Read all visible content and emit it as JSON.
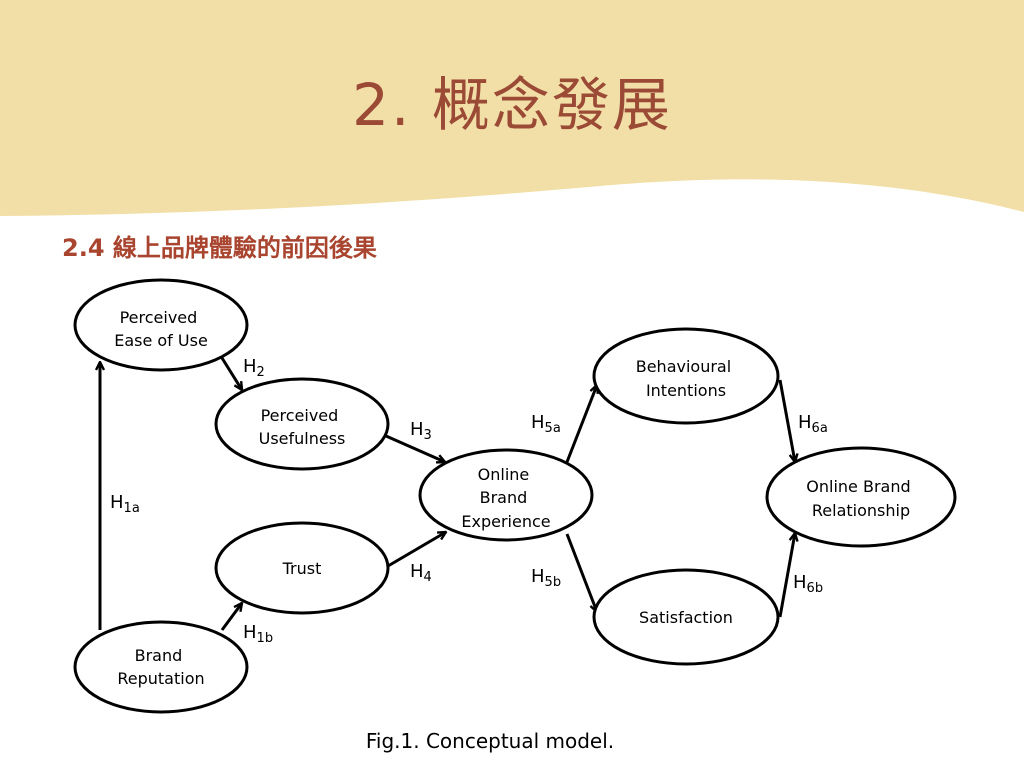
{
  "slide": {
    "title": "2. 概念發展",
    "subtitle": "2.4 線上品牌體驗的前因後果",
    "caption": "Fig.1. Conceptual model."
  },
  "colors": {
    "banner": "#f2dfa8",
    "title": "#9b4a35",
    "subtitle": "#a9442f"
  },
  "nodes": {
    "peou": [
      "Perceived",
      "Ease of Use"
    ],
    "pu": [
      "Perceived",
      "Usefulness"
    ],
    "trust": [
      "Trust"
    ],
    "rep": [
      "Brand",
      "Reputation"
    ],
    "obe": [
      "Online",
      "Brand",
      "Experience"
    ],
    "bi": [
      "Behavioural",
      "Intentions"
    ],
    "sat": [
      "Satisfaction"
    ],
    "obr": [
      "Online Brand",
      "Relationship"
    ]
  },
  "hypotheses": {
    "h1a": {
      "main": "H",
      "sub": "1a"
    },
    "h1b": {
      "main": "H",
      "sub": "1b"
    },
    "h2": {
      "main": "H",
      "sub": "2"
    },
    "h3": {
      "main": "H",
      "sub": "3"
    },
    "h4": {
      "main": "H",
      "sub": "4"
    },
    "h5a": {
      "main": "H",
      "sub": "5a"
    },
    "h5b": {
      "main": "H",
      "sub": "5b"
    },
    "h6a": {
      "main": "H",
      "sub": "6a"
    },
    "h6b": {
      "main": "H",
      "sub": "6b"
    }
  }
}
